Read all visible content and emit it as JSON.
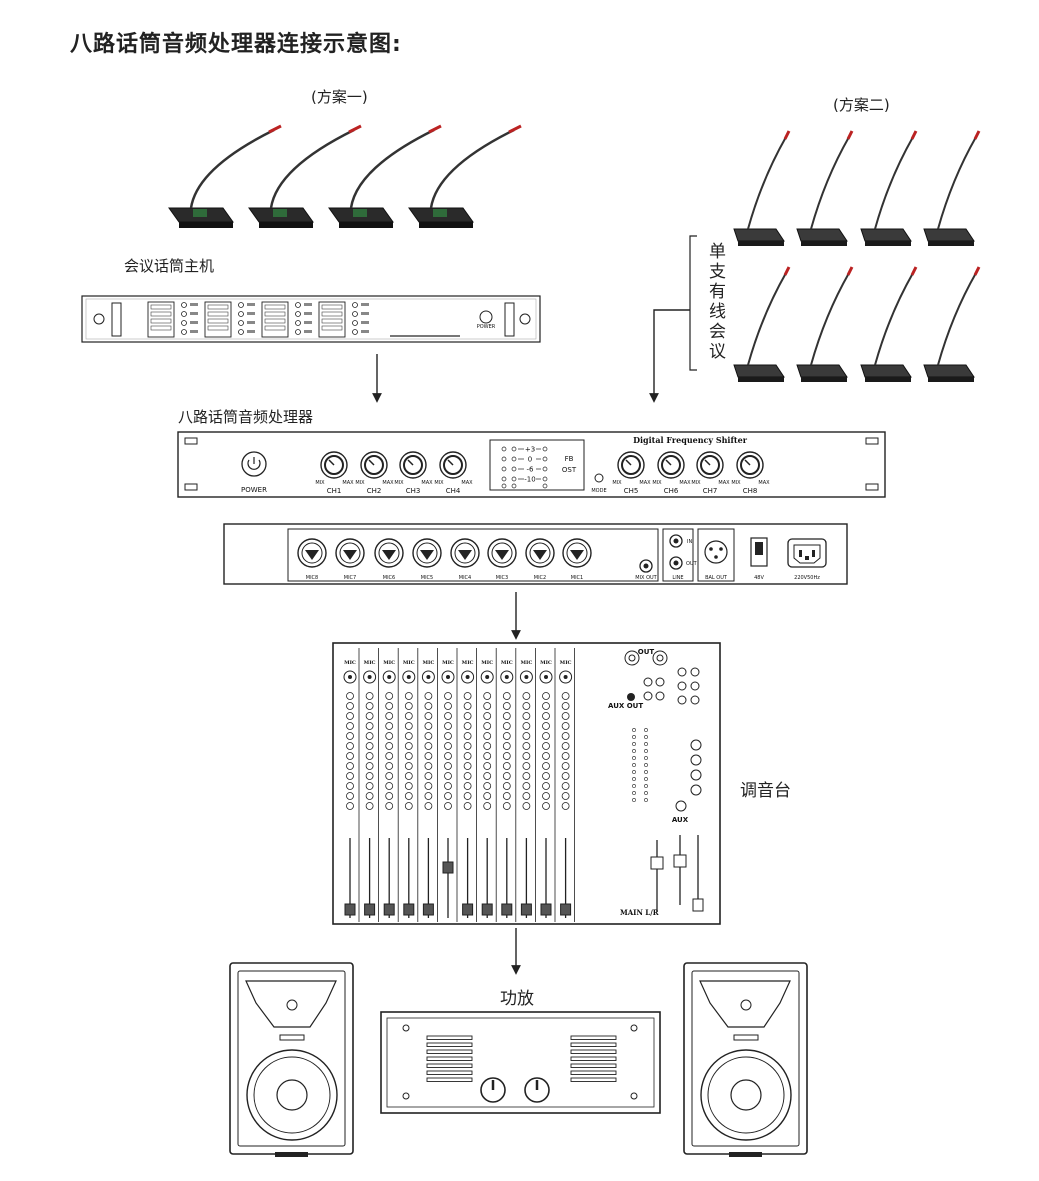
{
  "title": "八路话筒音频处理器连接示意图:",
  "scheme1_label": "(方案一)",
  "scheme2_label": "(方案二)",
  "host_label": "会议话筒主机",
  "host_power_label": "POWER",
  "wired_mic_label": "单支有线会议",
  "processor_label": "八路话筒音频处理器",
  "processor_brand": "Digital Frequency Shifter",
  "processor_power": "POWER",
  "processor_channels": [
    "CH1",
    "CH2",
    "CH3",
    "CH4",
    "CH5",
    "CH6",
    "CH7",
    "CH8"
  ],
  "knob_min": "MIX",
  "knob_max": "MAX",
  "meter_levels": [
    "+3",
    "0",
    "-6",
    "-10"
  ],
  "fb_label": "FB",
  "ost_label": "OST",
  "mode_label": "MODE",
  "rear_inputs": [
    "MIC8",
    "MIC7",
    "MIC6",
    "MIC5",
    "MIC4",
    "MIC3",
    "MIC2",
    "MIC1"
  ],
  "rear_mix_out": "MIX OUT",
  "rear_line": "LINE",
  "rear_in": "IN",
  "rear_out": "OUT",
  "rear_bal_out": "BAL OUT",
  "rear_48v": "48V",
  "rear_power": "220V50Hz",
  "mixer_label": "调音台",
  "mixer_mic": "MIC",
  "mixer_aux_out": "AUX OUT",
  "mixer_out": "OUT",
  "mixer_aux": "AUX",
  "mixer_main": "MAIN L/R",
  "amp_label": "功放",
  "colors": {
    "line": "#222222",
    "panel": "#ffffff",
    "dark": "#2a2a2a"
  }
}
